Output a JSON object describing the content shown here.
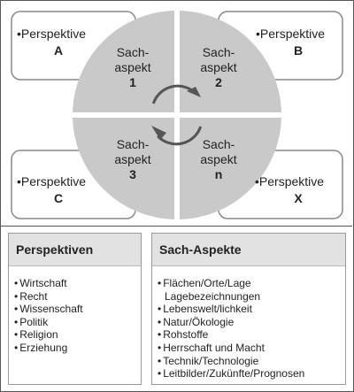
{
  "diagram": {
    "perspectives": [
      {
        "id": "a",
        "name": "Perspektive",
        "letter": "A"
      },
      {
        "id": "b",
        "name": "Perspektive",
        "letter": "B"
      },
      {
        "id": "c",
        "name": "Perspektive",
        "letter": "C"
      },
      {
        "id": "x",
        "name": "Perspektive",
        "letter": "X"
      }
    ],
    "quadrants": [
      {
        "id": "1",
        "line1": "Sach-",
        "line2": "aspekt",
        "num": "1"
      },
      {
        "id": "2",
        "line1": "Sach-",
        "line2": "aspekt",
        "num": "2"
      },
      {
        "id": "3",
        "line1": "Sach-",
        "line2": "aspekt",
        "num": "3"
      },
      {
        "id": "n",
        "line1": "Sach-",
        "line2": "aspekt",
        "num": "n"
      }
    ],
    "colors": {
      "circle": "#c9c9c9",
      "box_border": "#8a8a8a",
      "arrow": "#555555",
      "header": "#e2e2e2"
    }
  },
  "perspektiven_box": {
    "title": "Perspektiven",
    "items": [
      "Wirtschaft",
      "Recht",
      "Wissenschaft",
      "Politik",
      "Religion",
      "Erziehung"
    ]
  },
  "sachaspekte_box": {
    "title": "Sach-Aspekte",
    "items": [
      [
        "Flächen/Orte/Lage",
        "Lagebezeichnungen"
      ],
      [
        "Lebenswelt/lichkeit"
      ],
      [
        "Natur/Ökologie"
      ],
      [
        "Rohstoffe"
      ],
      [
        "Herrschaft und Macht"
      ],
      [
        "Technik/Technologie"
      ],
      [
        "Leitbilder/Zukünfte/Prognosen"
      ]
    ]
  }
}
